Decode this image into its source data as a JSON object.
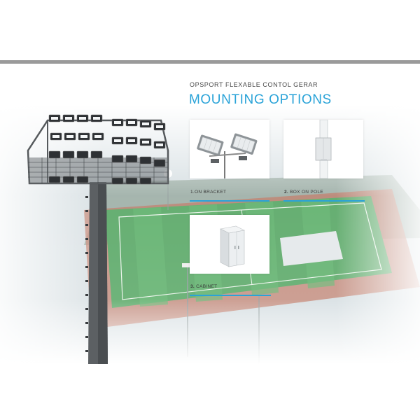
{
  "header": {
    "subtitle": "OPSPORT FLEXABLE CONTOL GERAR",
    "title": "MOUNTING OPTIONS"
  },
  "options": [
    {
      "number": "1.",
      "label": "ON BRACKET"
    },
    {
      "number": "2.",
      "label": " BOX ON POLE"
    },
    {
      "number": "3.",
      "label": " CABINET"
    }
  ],
  "colors": {
    "accent": "#2aa3d8",
    "rule": "#9a9a9a",
    "field": "#3f9a4e",
    "track": "#b4604a"
  },
  "images": {
    "background": "stadium-photo",
    "mast": "floodlight-mast",
    "option_1": "led-floodlights-on-bracket",
    "option_2": "control-box-on-pole",
    "option_3": "control-cabinet"
  }
}
